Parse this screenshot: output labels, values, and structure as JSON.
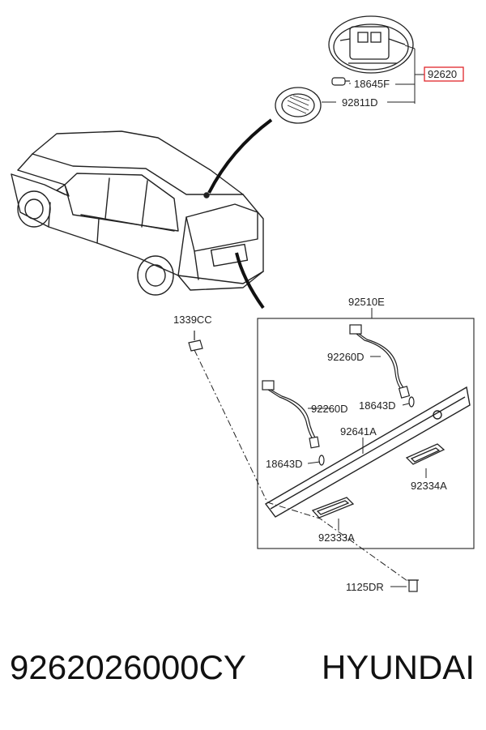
{
  "labels": {
    "p92620": "92620",
    "p18645F": "18645F",
    "p92811D": "92811D",
    "p92510E": "92510E",
    "p1339CC": "1339CC",
    "p92260D_a": "92260D",
    "p92260D_b": "92260D",
    "p18643D_a": "18643D",
    "p18643D_b": "18643D",
    "p92641A": "92641A",
    "p92334A": "92334A",
    "p92333A": "92333A",
    "p1125DR": "1125DR"
  },
  "footer": {
    "part_number": "9262026000CY",
    "brand": "HYUNDAI"
  },
  "colors": {
    "highlight_box": "#e0262b",
    "line": "#222222"
  }
}
